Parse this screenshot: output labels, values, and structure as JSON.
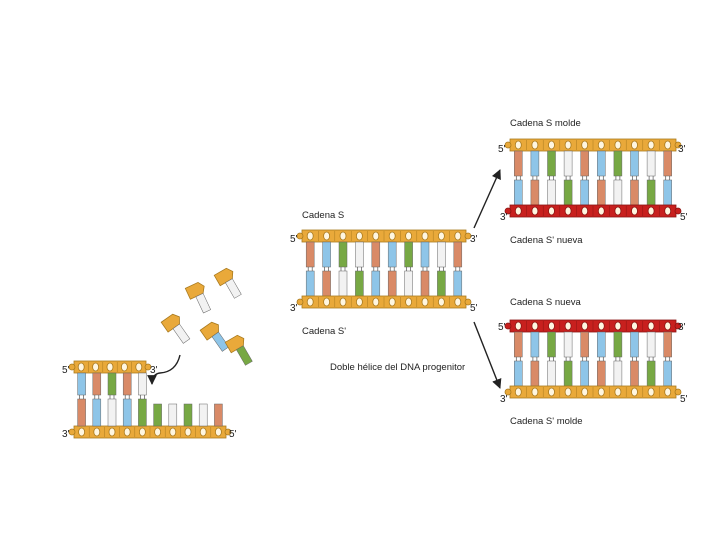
{
  "colors": {
    "backbone": "#E9A93A",
    "backbone_dark": "#A97A1E",
    "new_backbone": "#C8201E",
    "new_backbone_dark": "#8A1412",
    "node": "#FFF6E0",
    "arrow": "#222222",
    "bases": [
      "#D98A67",
      "#8EC5E8",
      "#77A844",
      "#F2F2F2"
    ]
  },
  "labels": {
    "end5": "5'",
    "end3": "3'",
    "parent_top": "Cadena S",
    "parent_bottom": "Cadena S'",
    "parent_caption": "Doble hélice del DNA progenitor",
    "d1_top": "Cadena S molde",
    "d1_bottom": "Cadena S' nueva",
    "d2_top": "Cadena S nueva",
    "d2_bottom": "Cadena S' molde"
  },
  "icons": {
    "free_nucleotide": "free-nucleotide-icon",
    "arrow": "arrow-icon"
  }
}
